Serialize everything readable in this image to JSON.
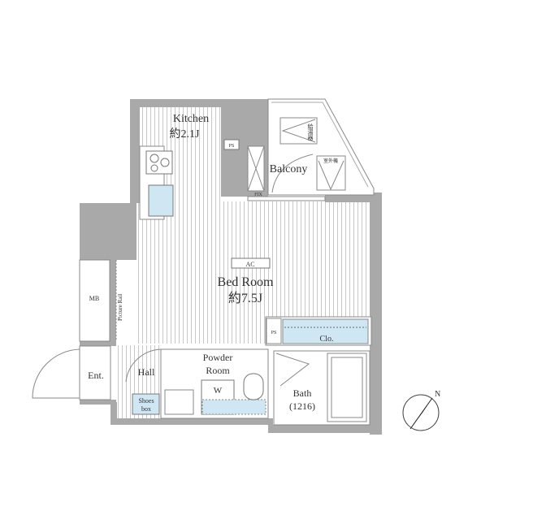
{
  "rooms": {
    "kitchen": {
      "name": "Kitchen",
      "size": "約2.1J"
    },
    "balcony": {
      "name": "Balcony"
    },
    "bedroom": {
      "name": "Bed Room",
      "size": "約7.5J"
    },
    "powder_room": {
      "name_line1": "Powder",
      "name_line2": "Room"
    },
    "bath": {
      "name": "Bath",
      "size": "(1216)"
    },
    "hall": {
      "name": "Hall"
    },
    "entrance": {
      "name": "Ent."
    },
    "mb": {
      "name": "MB"
    },
    "closet": {
      "name": "Clo."
    }
  },
  "fixtures": {
    "ac": "AC",
    "ps_top": "PS",
    "ps_bedroom": "PS",
    "fix": "FIX",
    "picture_rail": "Picture Rail",
    "washer": "W",
    "shoes_box_line1": "Shoes",
    "shoes_box_line2": "box",
    "balcony_unit_1": "給湯器",
    "balcony_unit_2": "室外機"
  },
  "compass": {
    "label": "N"
  },
  "colors": {
    "wall": "#a9a9a9",
    "fixture_blue": "#cfe6f3",
    "line": "#777777"
  }
}
